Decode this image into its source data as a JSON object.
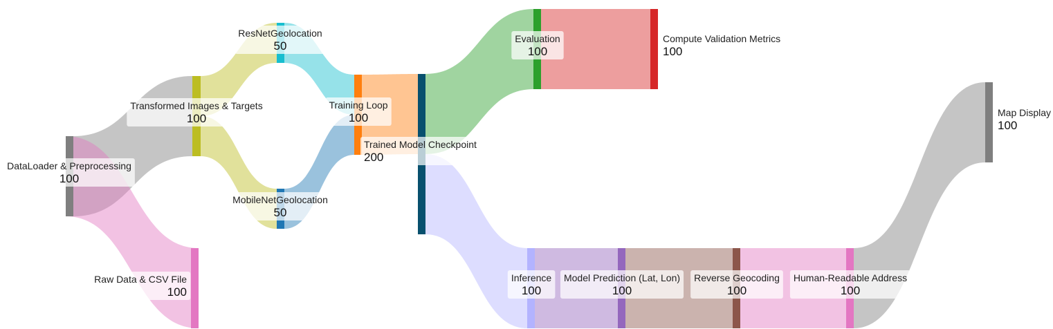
{
  "chart_data": {
    "type": "sankey",
    "nodes": [
      {
        "id": "dl",
        "label": "DataLoader & Preprocessing",
        "value": "100",
        "color": "#7f7f7f"
      },
      {
        "id": "raw",
        "label": "Raw Data & CSV File",
        "value": "100",
        "color": "#e377c2"
      },
      {
        "id": "tit",
        "label": "Transformed Images & Targets",
        "value": "100",
        "color": "#bcbd22"
      },
      {
        "id": "res",
        "label": "ResNetGeolocation",
        "value": "50",
        "color": "#17becf"
      },
      {
        "id": "mob",
        "label": "MobileNetGeolocation",
        "value": "50",
        "color": "#1f77b4"
      },
      {
        "id": "train",
        "label": "Training Loop",
        "value": "100",
        "color": "#ff7f0e"
      },
      {
        "id": "ckpt",
        "label": "Trained Model Checkpoint",
        "value": "200",
        "color": "#08506e"
      },
      {
        "id": "eval",
        "label": "Evaluation",
        "value": "100",
        "color": "#2ca02c"
      },
      {
        "id": "cvm",
        "label": "Compute Validation Metrics",
        "value": "100",
        "color": "#d62728"
      },
      {
        "id": "inf",
        "label": "Inference",
        "value": "100",
        "color": "#b3b3ff"
      },
      {
        "id": "pred",
        "label": "Model Prediction (Lat, Lon)",
        "value": "100",
        "color": "#9467bd"
      },
      {
        "id": "rgeo",
        "label": "Reverse Geocoding",
        "value": "100",
        "color": "#8c564b"
      },
      {
        "id": "hra",
        "label": "Human-Readable Address",
        "value": "100",
        "color": "#e377c2"
      },
      {
        "id": "map",
        "label": "Map Display",
        "value": "100",
        "color": "#7f7f7f"
      }
    ],
    "links": [
      {
        "source": "dl",
        "target": "tit",
        "value": 100,
        "color": "#7f7f7f"
      },
      {
        "source": "raw",
        "target": "dl",
        "value": 100,
        "color": "#e377c2"
      },
      {
        "source": "tit",
        "target": "res",
        "value": 50,
        "color": "#bcbd22"
      },
      {
        "source": "tit",
        "target": "mob",
        "value": 50,
        "color": "#bcbd22"
      },
      {
        "source": "res",
        "target": "train",
        "value": 50,
        "color": "#17becf"
      },
      {
        "source": "mob",
        "target": "train",
        "value": 50,
        "color": "#1f77b4"
      },
      {
        "source": "train",
        "target": "ckpt",
        "value": 100,
        "color": "#ff7f0e"
      },
      {
        "source": "ckpt",
        "target": "eval",
        "value": 100,
        "color": "#2ca02c"
      },
      {
        "source": "ckpt",
        "target": "inf",
        "value": 100,
        "color": "#b3b3ff"
      },
      {
        "source": "eval",
        "target": "cvm",
        "value": 100,
        "color": "#d62728"
      },
      {
        "source": "inf",
        "target": "pred",
        "value": 100,
        "color": "#9467bd"
      },
      {
        "source": "pred",
        "target": "rgeo",
        "value": 100,
        "color": "#8c564b"
      },
      {
        "source": "rgeo",
        "target": "hra",
        "value": 100,
        "color": "#e377c2"
      },
      {
        "source": "hra",
        "target": "map",
        "value": 100,
        "color": "#7f7f7f"
      }
    ]
  }
}
